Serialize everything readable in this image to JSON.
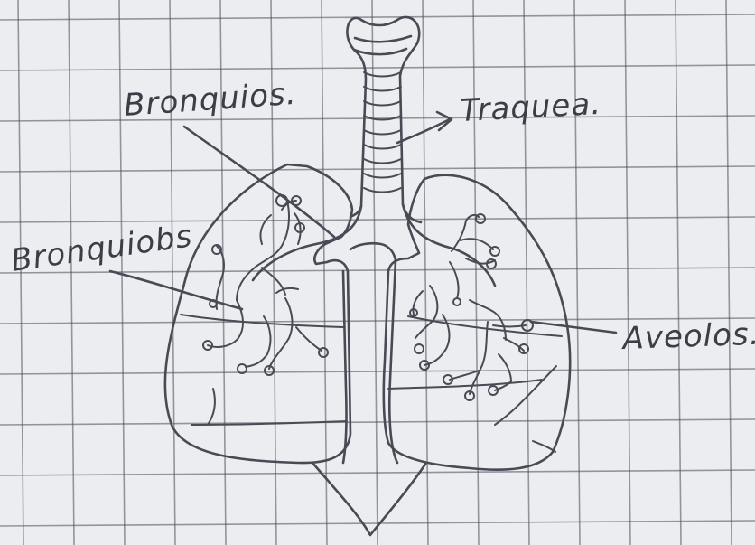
{
  "diagram": {
    "labels": {
      "bronquios": "Bronquios.",
      "traquea": "Traquea.",
      "bronquiolos": "Bronquiobs",
      "alveolos": "Aveolos."
    }
  },
  "colors": {
    "paper": "#ecedf1",
    "grid": "#4a4d57",
    "ink": "#4a4a55"
  }
}
